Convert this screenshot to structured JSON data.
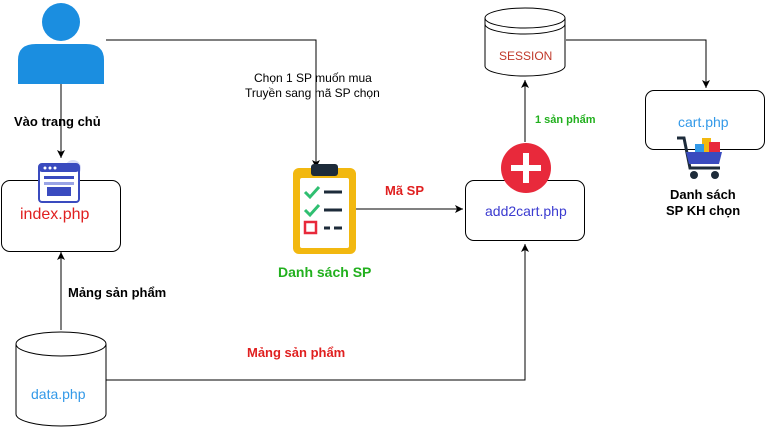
{
  "colors": {
    "person": "#1b8ee0",
    "file_blue": "#3399e8",
    "red_text": "#e02020",
    "green_text": "#22b01e",
    "session_text": "#c0392b",
    "add2cart_text": "#3b3bd0",
    "cart_text": "#3399e8",
    "plus_circle": "#e8293b",
    "clipboard": "#f2b810"
  },
  "icons": {
    "user": "user-icon",
    "web_page": "web-page-icon",
    "clipboard": "clipboard-checklist-icon",
    "plus": "plus-circle-icon",
    "cart": "shopping-cart-icon",
    "database": "database-cylinder-icon"
  },
  "labels": {
    "vao_trang_chu": "Vào trang chủ",
    "index": "index.php",
    "mang_sp_left": "Mảng sản phẩm",
    "data": "data.php",
    "mang_sp_bottom": "Mảng sản phẩm",
    "chon_line1": "Chọn 1 SP muốn mua",
    "chon_line2": "Truyền sang mã SP chọn",
    "danh_sach_sp": "Danh sách SP",
    "ma_sp": "Mã SP",
    "add2cart": "add2cart.php",
    "session": "SESSION",
    "mot_sp": "1 sản phẩm",
    "cart": "cart.php",
    "ds_line1": "Danh sách",
    "ds_line2": "SP KH chọn"
  }
}
